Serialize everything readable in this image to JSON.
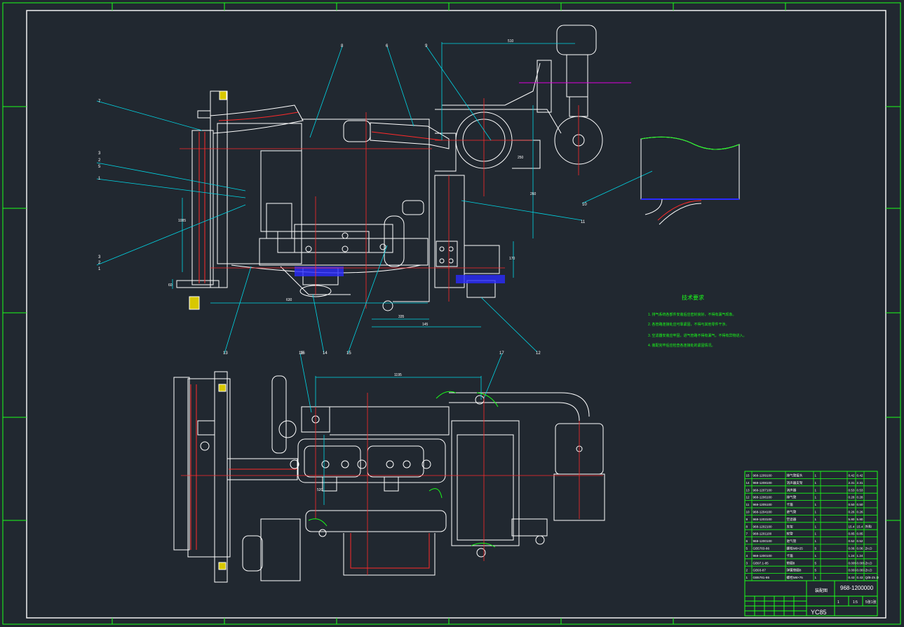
{
  "drawing": {
    "model_label": "YC85",
    "title_block": {
      "drawing_no": "968-1200000",
      "sheet_title": "装配图",
      "scale": "1:5",
      "sheet_ratio": "5张1张",
      "sheet_count": "1"
    }
  },
  "balloons": {
    "top_view": [
      "8",
      "6",
      "9",
      "7",
      "3",
      "2",
      "5",
      "1",
      "3",
      "2",
      "1",
      "10",
      "11",
      "12",
      "13",
      "14",
      "15",
      "16"
    ],
    "bottom_view": [
      "16",
      "17"
    ]
  },
  "tech_requirements": {
    "heading": "技术要求",
    "items": [
      "1. 排气系统各部件安装后应密封良好，不得有漏气现象。",
      "2. 各管路连接处应可靠紧固，不得与其他零件干涉。",
      "3. 空滤器安装应牢固，进气管路不得有漏气，不得有异物进入。",
      "4. 装配完毕后应检查各连接处的紧固情况。"
    ]
  },
  "dimensions": {
    "top": [
      "510",
      "260",
      "630",
      "335",
      "145",
      "1085",
      "60",
      "170",
      "250"
    ],
    "bottom": [
      "1195",
      "520"
    ]
  },
  "parts_list": [
    {
      "no": "15",
      "code": "968-1209100",
      "name": "排气管接头",
      "qty": "1",
      "w1": "0.42",
      "w2": "0.42",
      "note": ""
    },
    {
      "no": "14",
      "code": "968-1208100",
      "name": "消声器支架",
      "qty": "1",
      "w1": "2.31",
      "w2": "2.31",
      "note": ""
    },
    {
      "no": "13",
      "code": "968-1207100",
      "name": "消声器",
      "qty": "1",
      "w1": "0.53",
      "w2": "0.53",
      "note": ""
    },
    {
      "no": "12",
      "code": "968-1206100",
      "name": "排气管",
      "qty": "1",
      "w1": "0.28",
      "w2": "0.28",
      "note": ""
    },
    {
      "no": "11",
      "code": "968-1205100",
      "name": "卡箍",
      "qty": "1",
      "w1": "0.50",
      "w2": "0.50",
      "note": ""
    },
    {
      "no": "10",
      "code": "968-1204100",
      "name": "进气管",
      "qty": "1",
      "w1": "0.26",
      "w2": "0.26",
      "note": ""
    },
    {
      "no": "9",
      "code": "968-1203100",
      "name": "空滤器",
      "qty": "1",
      "w1": "5.80",
      "w2": "5.80",
      "note": ""
    },
    {
      "no": "8",
      "code": "968-1202100",
      "name": "支架",
      "qty": "1",
      "w1": "15.4",
      "w2": "15.4",
      "note": "外购"
    },
    {
      "no": "7",
      "code": "968-1201100",
      "name": "软管",
      "qty": "1",
      "w1": "0.85",
      "w2": "0.85",
      "note": ""
    },
    {
      "no": "6",
      "code": "968-1200100",
      "name": "进气管",
      "qty": "1",
      "w1": "0.52",
      "w2": "0.52",
      "note": ""
    },
    {
      "no": "5",
      "code": "GB5783-86",
      "name": "螺栓M8×25",
      "qty": "5",
      "w1": "0.06",
      "w2": "0.06",
      "note": "Zn.D"
    },
    {
      "no": "4",
      "code": "968-1200100",
      "name": "卡箍",
      "qty": "1",
      "w1": "1.24",
      "w2": "1.24",
      "note": ""
    },
    {
      "no": "3",
      "code": "GB97.1-85",
      "name": "垫圈8",
      "qty": "5",
      "w1": "0.005",
      "w2": "0.005",
      "note": "Zn.D"
    },
    {
      "no": "2",
      "code": "GB93-87",
      "name": "弹簧垫圈8",
      "qty": "5",
      "w1": "0.003",
      "w2": "0.003",
      "note": "Zn.D"
    },
    {
      "no": "1",
      "code": "GB5781-86",
      "name": "螺栓M8×75",
      "qty": "1",
      "w1": "0.43",
      "w2": "0.43",
      "note": "Q/B-Zn.D"
    }
  ],
  "colors": {
    "background": "#212830",
    "line_white": "#ffffff",
    "line_red": "#ff2a2a",
    "line_green": "#1aff1a",
    "line_cyan": "#00d7e6",
    "line_blue": "#3a3aff",
    "line_magenta": "#e000e0"
  }
}
